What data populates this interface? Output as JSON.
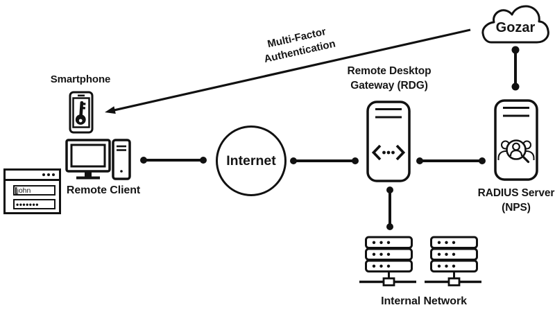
{
  "colors": {
    "ink": "#111111",
    "background": "#ffffff"
  },
  "nodes": {
    "smartphone": {
      "label": "Smartphone",
      "icon": "key-icon"
    },
    "remote_client": {
      "label": "Remote Client",
      "icons": [
        "monitor-icon",
        "tower-pc-icon"
      ]
    },
    "login_window": {
      "username_value": "john",
      "password_masked": "•••••••",
      "titlebar_icon": "three-dots-icon"
    },
    "internet": {
      "label": "Internet"
    },
    "rdg": {
      "label_line1": "Remote Desktop",
      "label_line2": "Gateway (RDG)",
      "icon": "code-chevrons-icon"
    },
    "radius": {
      "label_line1": "RADIUS Server",
      "label_line2": "(NPS)",
      "icon": "user-search-icon"
    },
    "cloud": {
      "label": "Gozar",
      "icon": "cloud-icon"
    },
    "internal_network": {
      "label": "Internal Network",
      "icon": "server-rack-icon",
      "rack_count": 2
    }
  },
  "annotations": {
    "mfa_line1": "Multi-Factor",
    "mfa_line2": "Authentication"
  },
  "connections": [
    {
      "from": "remote-client",
      "to": "internet",
      "style": "dumbbell"
    },
    {
      "from": "internet",
      "to": "rdg",
      "style": "dumbbell"
    },
    {
      "from": "rdg",
      "to": "radius-server",
      "style": "dumbbell"
    },
    {
      "from": "rdg",
      "to": "internal-network",
      "style": "dumbbell"
    },
    {
      "from": "cloud-gozar",
      "to": "radius-server",
      "style": "dumbbell"
    },
    {
      "from": "cloud-gozar",
      "to": "smartphone",
      "style": "arrow",
      "label": "Multi-Factor Authentication"
    }
  ]
}
